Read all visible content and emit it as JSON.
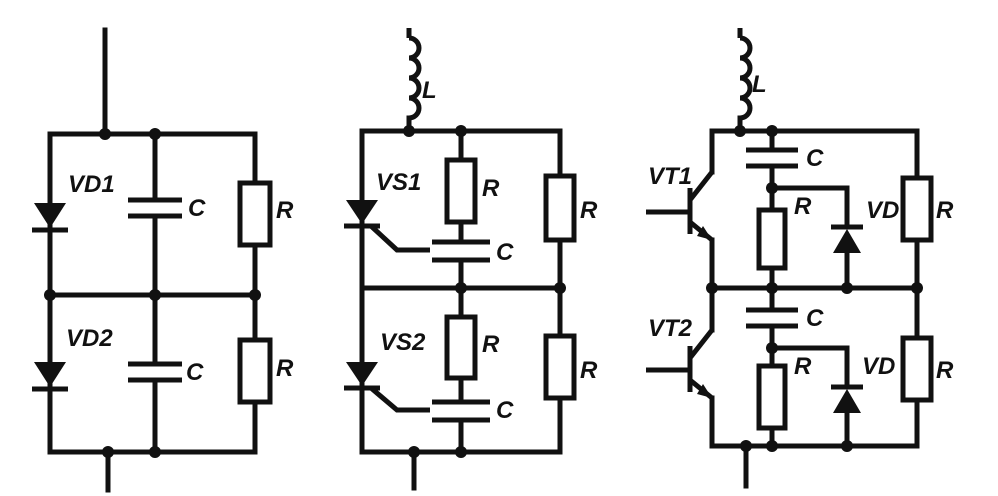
{
  "circuits": [
    {
      "id": "diode-chain",
      "labels": {
        "vd1": "VD1",
        "vd2": "VD2",
        "c1": "C",
        "c2": "C",
        "r1": "R",
        "r2": "R"
      }
    },
    {
      "id": "thyristor-chain",
      "labels": {
        "l": "L",
        "vs1": "VS1",
        "vs2": "VS2",
        "rs1": "R",
        "cs1": "C",
        "rs2": "R",
        "cs2": "C",
        "r1": "R",
        "r2": "R"
      }
    },
    {
      "id": "transistor-chain",
      "labels": {
        "l": "L",
        "vt1": "VT1",
        "vt2": "VT2",
        "c1": "C",
        "rb1": "R",
        "vd1": "VD",
        "r1": "R",
        "c2": "C",
        "rb2": "R",
        "vd2": "VD",
        "r2": "R"
      }
    }
  ]
}
